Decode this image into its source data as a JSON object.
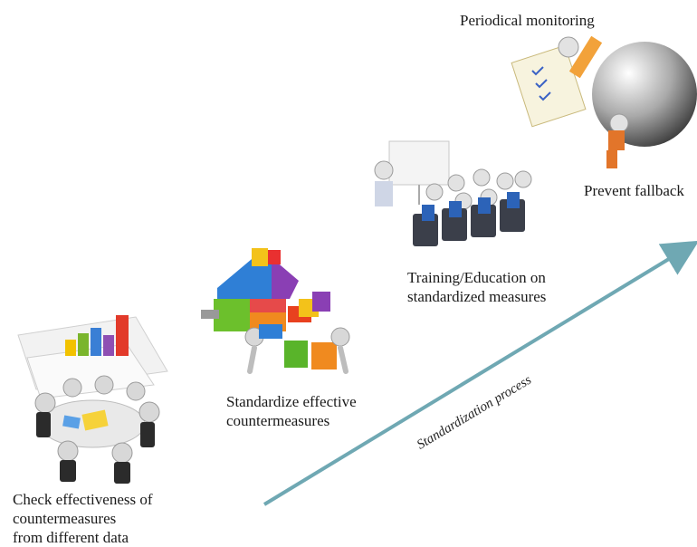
{
  "steps": [
    {
      "id": "check",
      "label": "Check effectiveness of\ncountermeasures\nfrom different data",
      "icon": "meeting-with-chart-icon"
    },
    {
      "id": "standardize",
      "label": "Standardize effective\ncountermeasures",
      "icon": "puzzle-house-icon"
    },
    {
      "id": "training",
      "label": "Training/Education on\nstandardized measures",
      "icon": "classroom-presentation-icon"
    },
    {
      "id": "monitoring",
      "label": "Periodical monitoring",
      "icon": "checklist-pencil-icon"
    },
    {
      "id": "fallback",
      "label": "Prevent fallback",
      "icon": "figure-holding-sphere-icon"
    }
  ],
  "process": {
    "label": "Standardization process",
    "color": "#6fa8b3"
  }
}
